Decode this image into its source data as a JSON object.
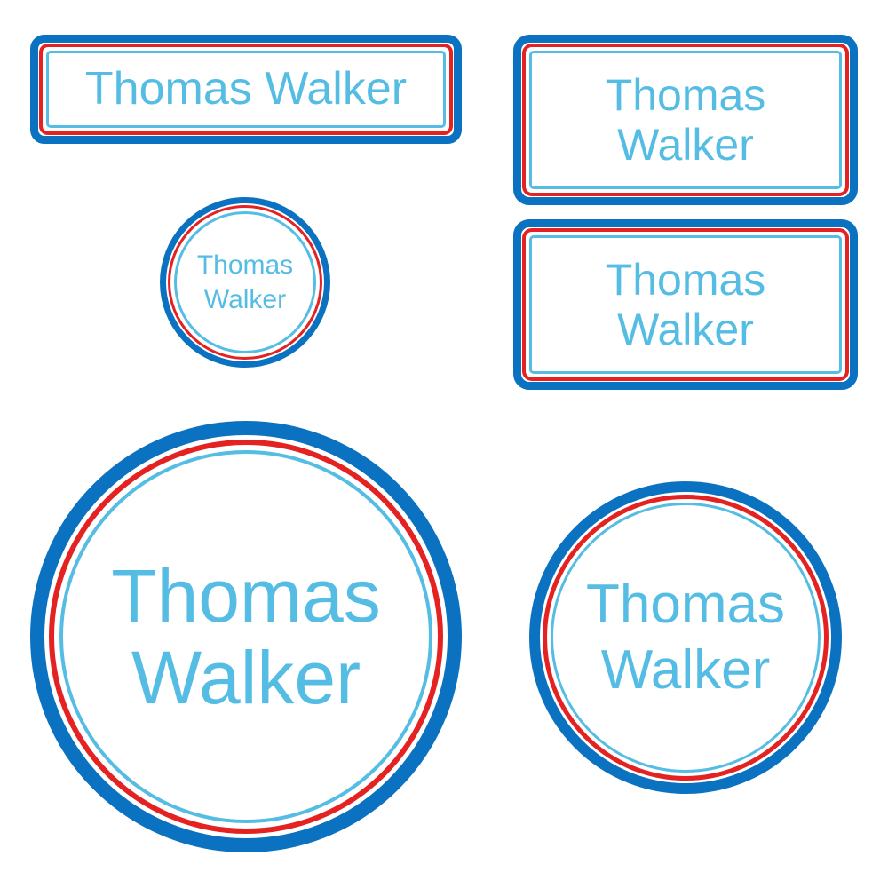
{
  "colors": {
    "outer_border": "#0a72c0",
    "red_line": "#e42222",
    "inner_line": "#55bde4",
    "text": "#55bde4",
    "background": "#ffffff"
  },
  "labels": {
    "rect_wide": {
      "first": "Thomas",
      "last": "Walker"
    },
    "rect_top_right": {
      "first": "Thomas",
      "last": "Walker"
    },
    "circle_small": {
      "first": "Thomas",
      "last": "Walker"
    },
    "rect_mid_right": {
      "first": "Thomas",
      "last": "Walker"
    },
    "circle_large": {
      "first": "Thomas",
      "last": "Walker"
    },
    "circle_medium": {
      "first": "Thomas",
      "last": "Walker"
    }
  }
}
